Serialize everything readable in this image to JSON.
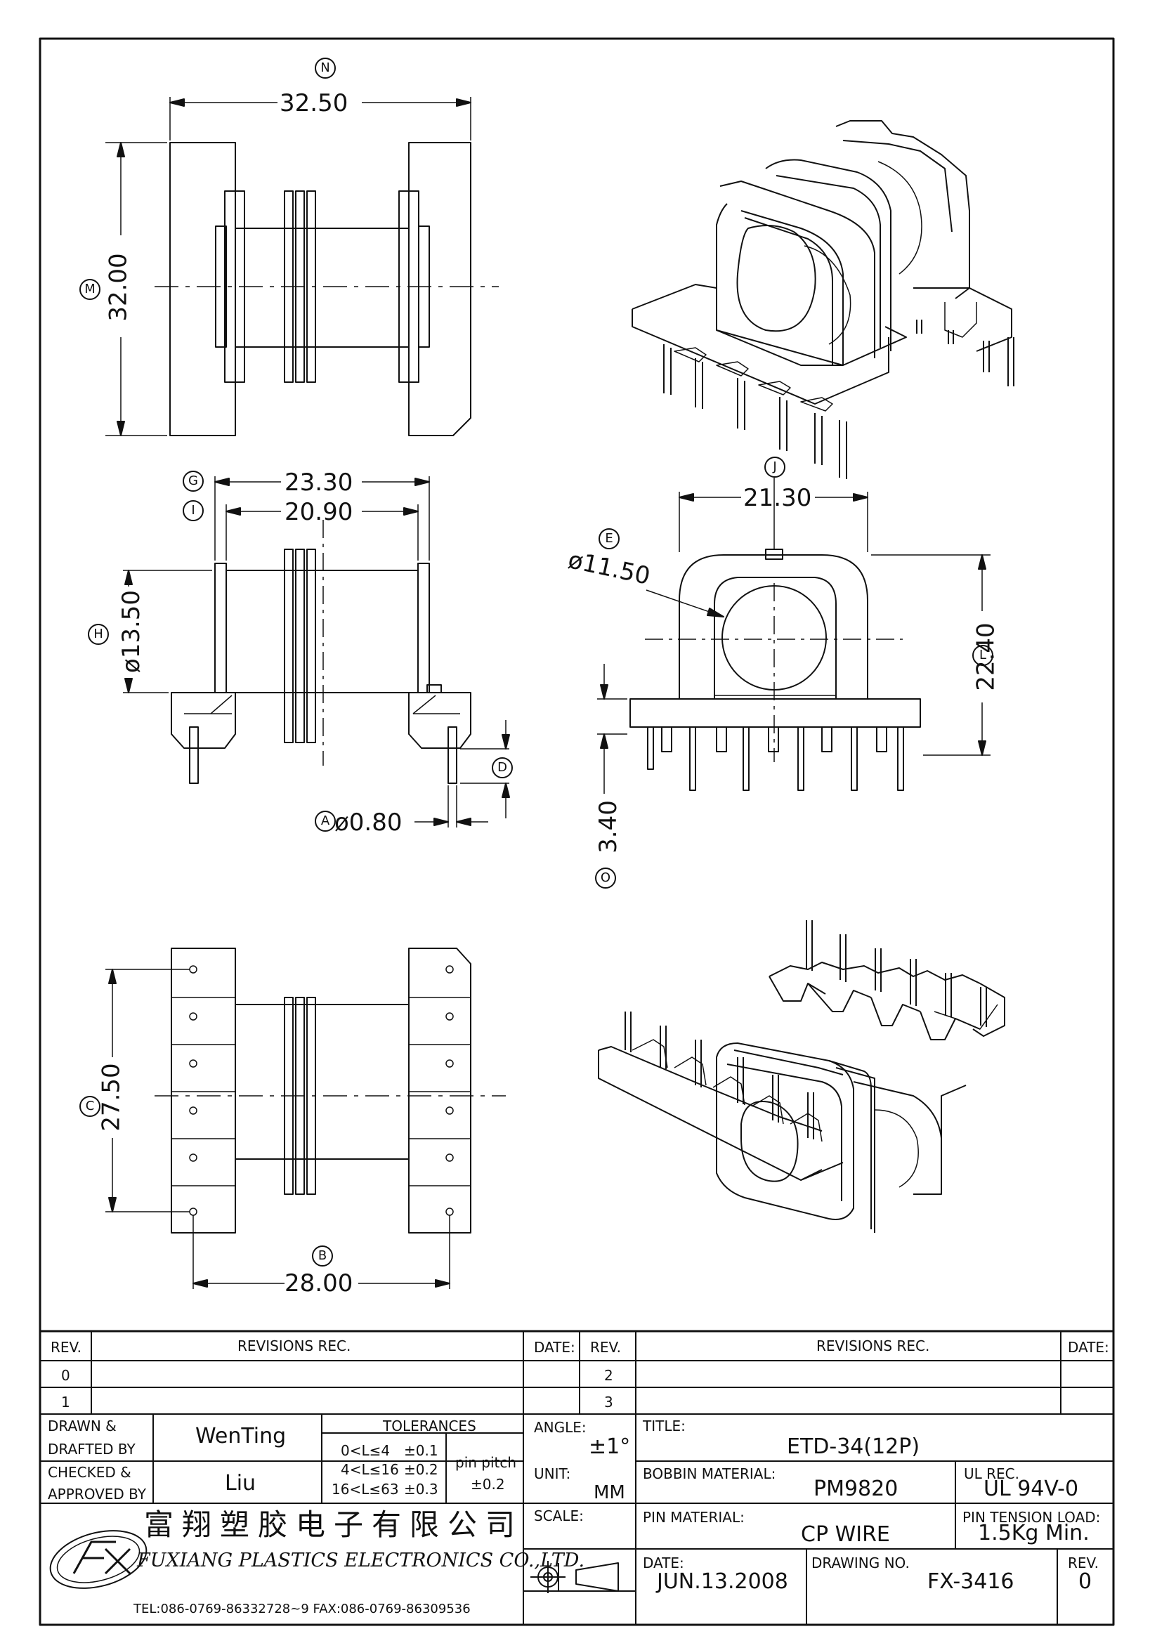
{
  "dimensions": {
    "N": "32.50",
    "M": "32.00",
    "G": "23.30",
    "I": "20.90",
    "H": "ø13.50",
    "A": "ø0.80",
    "J": "21.30",
    "E": "ø11.50",
    "L": "22.40",
    "O": "3.40",
    "C": "27.50",
    "B": "28.00"
  },
  "callouts": {
    "N": "N",
    "M": "M",
    "G": "G",
    "I": "I",
    "H": "H",
    "A": "A",
    "D": "D",
    "J": "J",
    "E": "E",
    "L": "L",
    "O": "O",
    "C": "C",
    "B": "B"
  },
  "revisions": {
    "rev_header": "REV.",
    "rec_header": "REVISIONS   REC.",
    "date_header": "DATE:",
    "rows_left": [
      "0",
      "1"
    ],
    "rows_right": [
      "2",
      "3"
    ]
  },
  "titleblock": {
    "drawn_label_1": "DRAWN &",
    "drawn_label_2": "DRAFTED BY",
    "drawn_by": "WenTing",
    "checked_label_1": "CHECKED &",
    "checked_label_2": "APPROVED BY",
    "checked_by": "Liu",
    "tolerances_label": "TOLERANCES",
    "tol_1": "0<L≤4",
    "tol_1_val": "±0.1",
    "tol_2": "4<L≤16",
    "tol_2_val": "±0.2",
    "tol_3": "16<L≤63",
    "tol_3_val": "±0.3",
    "pin_pitch_label": "pin pitch",
    "pin_pitch_val": "±0.2",
    "angle_label": "ANGLE:",
    "angle_val": "±1°",
    "unit_label": "UNIT:",
    "unit_val": "MM",
    "scale_label": "SCALE:",
    "title_label": "TITLE:",
    "title_val": "ETD-34(12P)",
    "bobbin_label": "BOBBIN MATERIAL:",
    "bobbin_val": "PM9820",
    "ul_label": "UL REC.",
    "ul_val": "UL 94V-0",
    "pin_mat_label": "PIN MATERIAL:",
    "pin_mat_val": "CP WIRE",
    "tension_label": "PIN TENSION LOAD:",
    "tension_val": "1.5Kg Min.",
    "date_label": "DATE:",
    "date_val": "JUN.13.2008",
    "drawing_no_label": "DRAWING NO.",
    "drawing_no_val": "FX-3416",
    "rev_label": "REV.",
    "rev_val": "0",
    "company_cn": "富翔塑胶电子有限公司",
    "company_en": "FUXIANG PLASTICS ELECTRONICS CO.,LTD.",
    "company_tel": "TEL:086-0769-86332728~9  FAX:086-0769-86309536",
    "logo_text": "FX"
  }
}
